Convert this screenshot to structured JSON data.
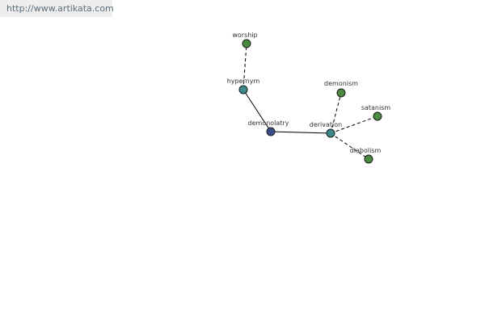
{
  "source": {
    "url_text": "http://www.artikata.com"
  },
  "graph": {
    "colors": {
      "center": "#3b4e8c",
      "relation": "#3c8a8a",
      "term": "#4c8a42",
      "edge": "#000000",
      "link_text": "#5a6e7a",
      "link_bg": "#eeeeee"
    },
    "nodes": [
      {
        "id": "worship",
        "label": "worship",
        "kind": "term"
      },
      {
        "id": "hypernym",
        "label": "hypernym",
        "kind": "relation"
      },
      {
        "id": "demonolatry",
        "label": "demonolatry",
        "kind": "center"
      },
      {
        "id": "derivation",
        "label": "derivation",
        "kind": "relation"
      },
      {
        "id": "demonism",
        "label": "demonism",
        "kind": "term"
      },
      {
        "id": "satanism",
        "label": "satanism",
        "kind": "term"
      },
      {
        "id": "diabolism",
        "label": "diabolism",
        "kind": "term"
      }
    ],
    "edges": [
      {
        "from": "hypernym",
        "to": "worship",
        "style": "dashed"
      },
      {
        "from": "demonolatry",
        "to": "hypernym",
        "style": "solid"
      },
      {
        "from": "demonolatry",
        "to": "derivation",
        "style": "solid"
      },
      {
        "from": "derivation",
        "to": "demonism",
        "style": "dashed"
      },
      {
        "from": "derivation",
        "to": "satanism",
        "style": "dashed"
      },
      {
        "from": "derivation",
        "to": "diabolism",
        "style": "dashed"
      }
    ]
  }
}
